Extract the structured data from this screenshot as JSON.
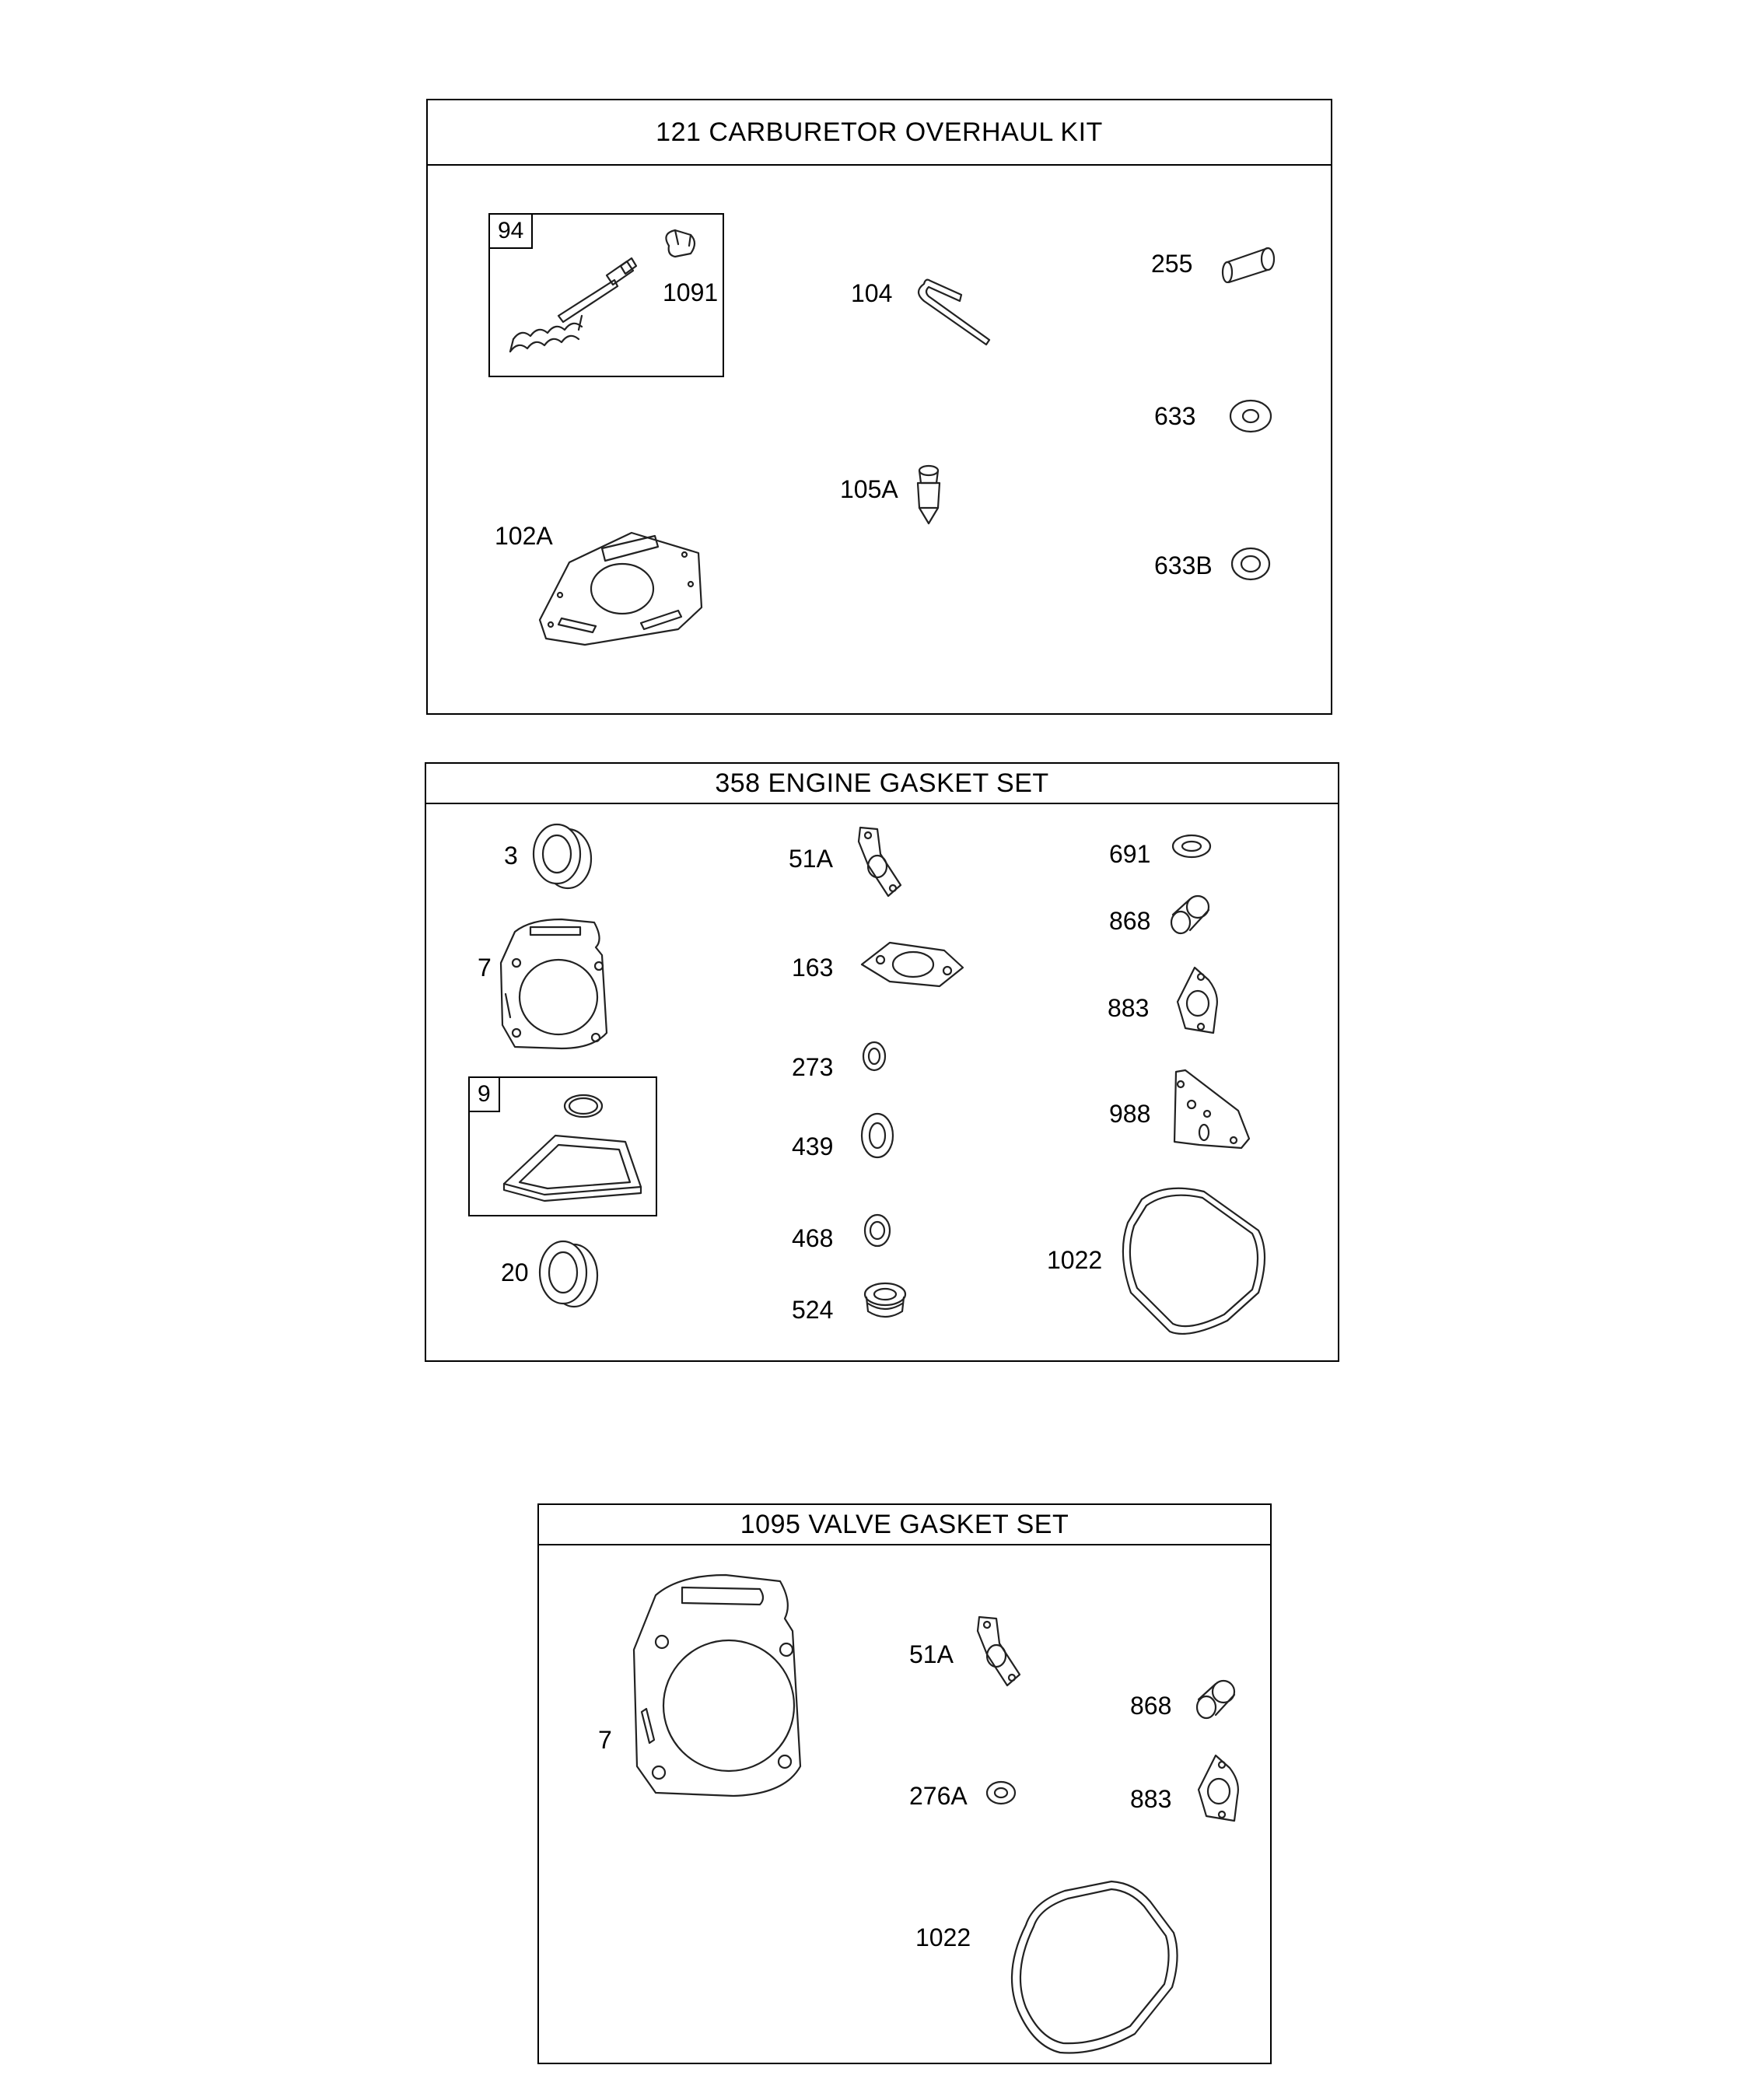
{
  "kits": [
    {
      "title": "121 CARBURETOR OVERHAUL KIT",
      "subkit": {
        "number": "94",
        "labels": [
          "1091"
        ]
      },
      "parts": [
        "104",
        "255",
        "633",
        "105A",
        "102A",
        "633B"
      ]
    },
    {
      "title": "358 ENGINE GASKET SET",
      "subkit": {
        "number": "9"
      },
      "parts": [
        "3",
        "51A",
        "691",
        "868",
        "7",
        "163",
        "883",
        "273",
        "988",
        "439",
        "468",
        "1022",
        "20",
        "524"
      ]
    },
    {
      "title": "1095 VALVE GASKET SET",
      "parts": [
        "51A",
        "868",
        "7",
        "276A",
        "883",
        "1022"
      ]
    }
  ]
}
